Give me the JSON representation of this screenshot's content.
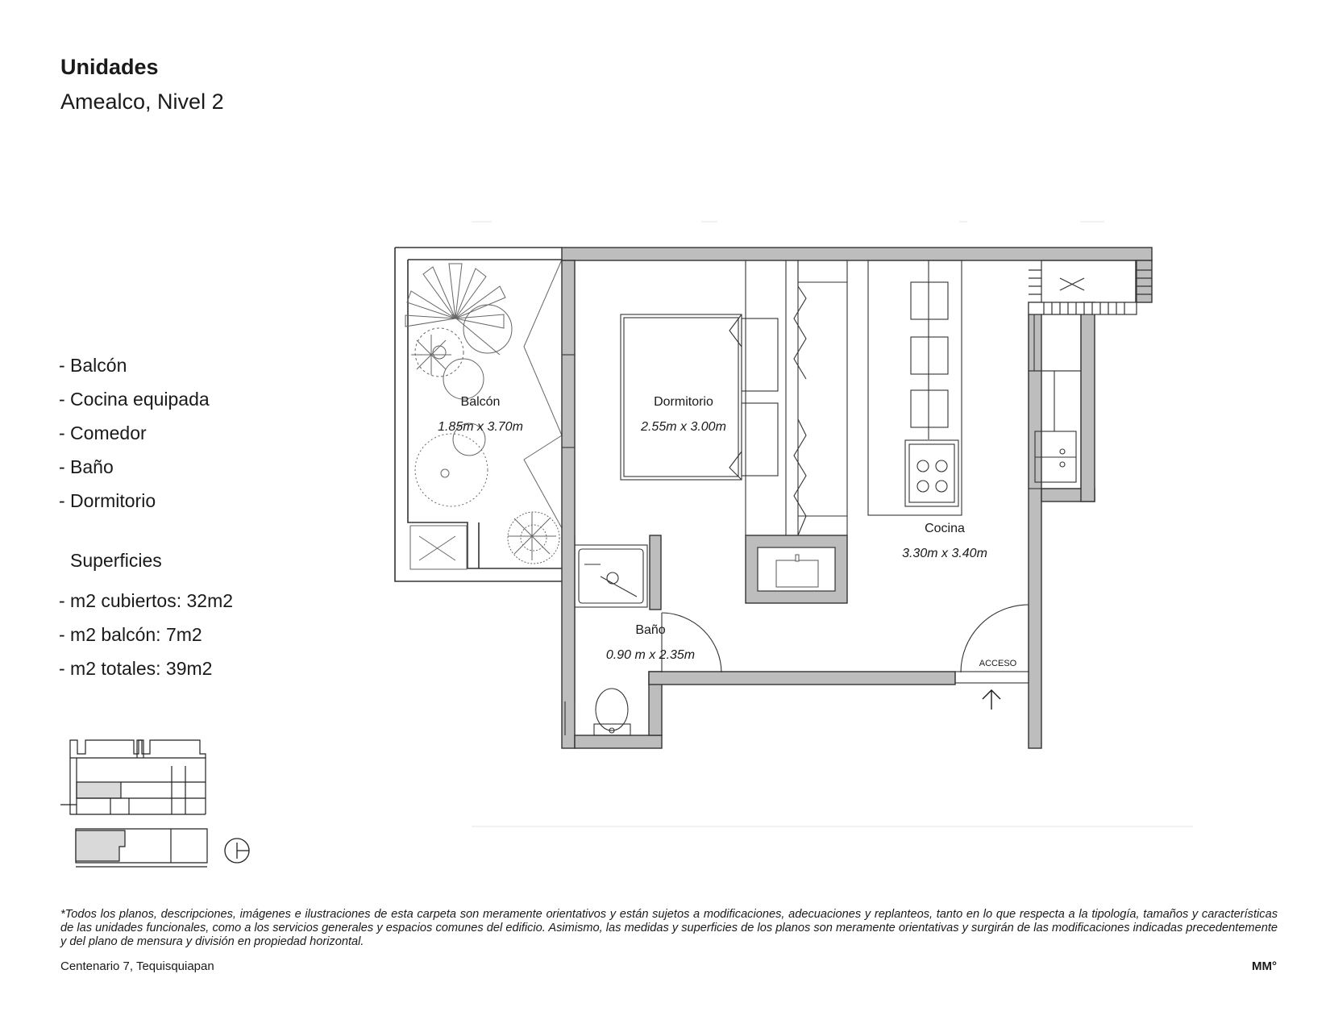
{
  "header": {
    "title": "Unidades",
    "subtitle": "Amealco, Nivel 2"
  },
  "features": [
    "- Balcón",
    "- Cocina equipada",
    "- Comedor",
    "- Baño",
    "- Dormitorio"
  ],
  "surfaces": {
    "heading": "Superficies",
    "items": [
      "- m2 cubiertos: 32m2",
      "- m2 balcón: 7m2",
      "- m2 totales: 39m2"
    ]
  },
  "plan": {
    "rooms": {
      "balcon": {
        "name": "Balcón",
        "dims": "1.85m x 3.70m"
      },
      "dormitorio": {
        "name": "Dormitorio",
        "dims": "2.55m x 3.00m"
      },
      "cocina": {
        "name": "Cocina",
        "dims": "3.30m x 3.40m"
      },
      "bano": {
        "name": "Baño",
        "dims": "0.90 m x 2.35m"
      }
    },
    "access_label": "ACCESO"
  },
  "footer": {
    "disclaimer": "*Todos los planos, descripciones, imágenes e ilustraciones de esta carpeta son meramente orientativos y están sujetos a modificaciones, adecuaciones y replanteos, tanto en lo que respecta a la tipología, tamaños y características de las unidades funcionales, como a los servicios generales y espacios comunes del edificio. Asimismo, las medidas y superficies de los planos son meramente orientativas y surgirán de las modificaciones indicadas precedentemente y del plano de mensura y división en propiedad horizontal.",
    "address": "Centenario 7, Tequisquiapan",
    "brand": "MM°"
  },
  "colors": {
    "wall": "#bdbdbd",
    "line": "#333333",
    "locator_fill": "#d9d9d9"
  }
}
